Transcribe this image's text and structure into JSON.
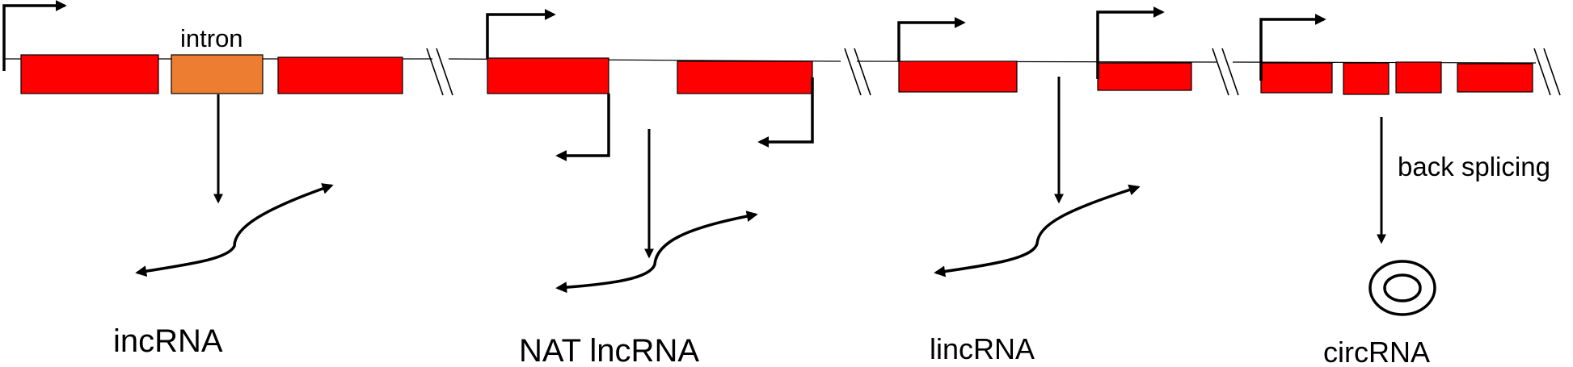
{
  "labels": {
    "intron": "intron",
    "back_splicing": "back splicing",
    "incrna": "incRNA",
    "nat_lncrna": "NAT lncRNA",
    "lincrna": "lincRNA",
    "circrna": "circRNA"
  },
  "colors": {
    "exon": "#ff0000",
    "intron": "#ed7d31",
    "line": "#000000"
  }
}
